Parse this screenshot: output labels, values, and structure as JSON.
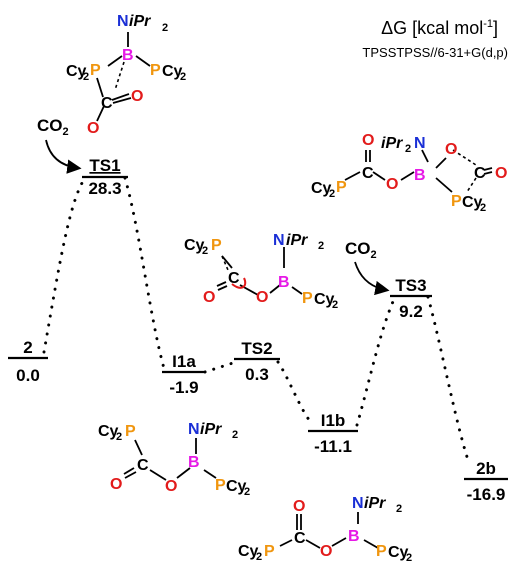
{
  "header": {
    "title": "ΔG [kcal mol",
    "title_sup": "-1",
    "title_end": "]",
    "method": "TPSSTPSS//6-31+G(d,p)"
  },
  "species": [
    {
      "id": "2",
      "label": "2",
      "value": "0.0"
    },
    {
      "id": "TS1",
      "label": "TS1",
      "value": "28.3"
    },
    {
      "id": "I1a",
      "label": "I1a",
      "value": "-1.9"
    },
    {
      "id": "TS2",
      "label": "TS2",
      "value": "0.3"
    },
    {
      "id": "I1b",
      "label": "I1b",
      "value": "-11.1"
    },
    {
      "id": "TS3",
      "label": "TS3",
      "value": "9.2"
    },
    {
      "id": "2b",
      "label": "2b",
      "value": "-16.9"
    }
  ],
  "reagents": {
    "co2_main": "CO",
    "co2_sub": "2"
  },
  "atoms": {
    "P": "P",
    "B": "B",
    "C": "C",
    "O": "O",
    "N": "N",
    "iPr2": "iPr",
    "sub2": "2",
    "Cy": "Cy"
  },
  "colors": {
    "P": "#f0960f",
    "B": "#e619e6",
    "N": "#1a2fd6",
    "O": "#e21b1b"
  }
}
